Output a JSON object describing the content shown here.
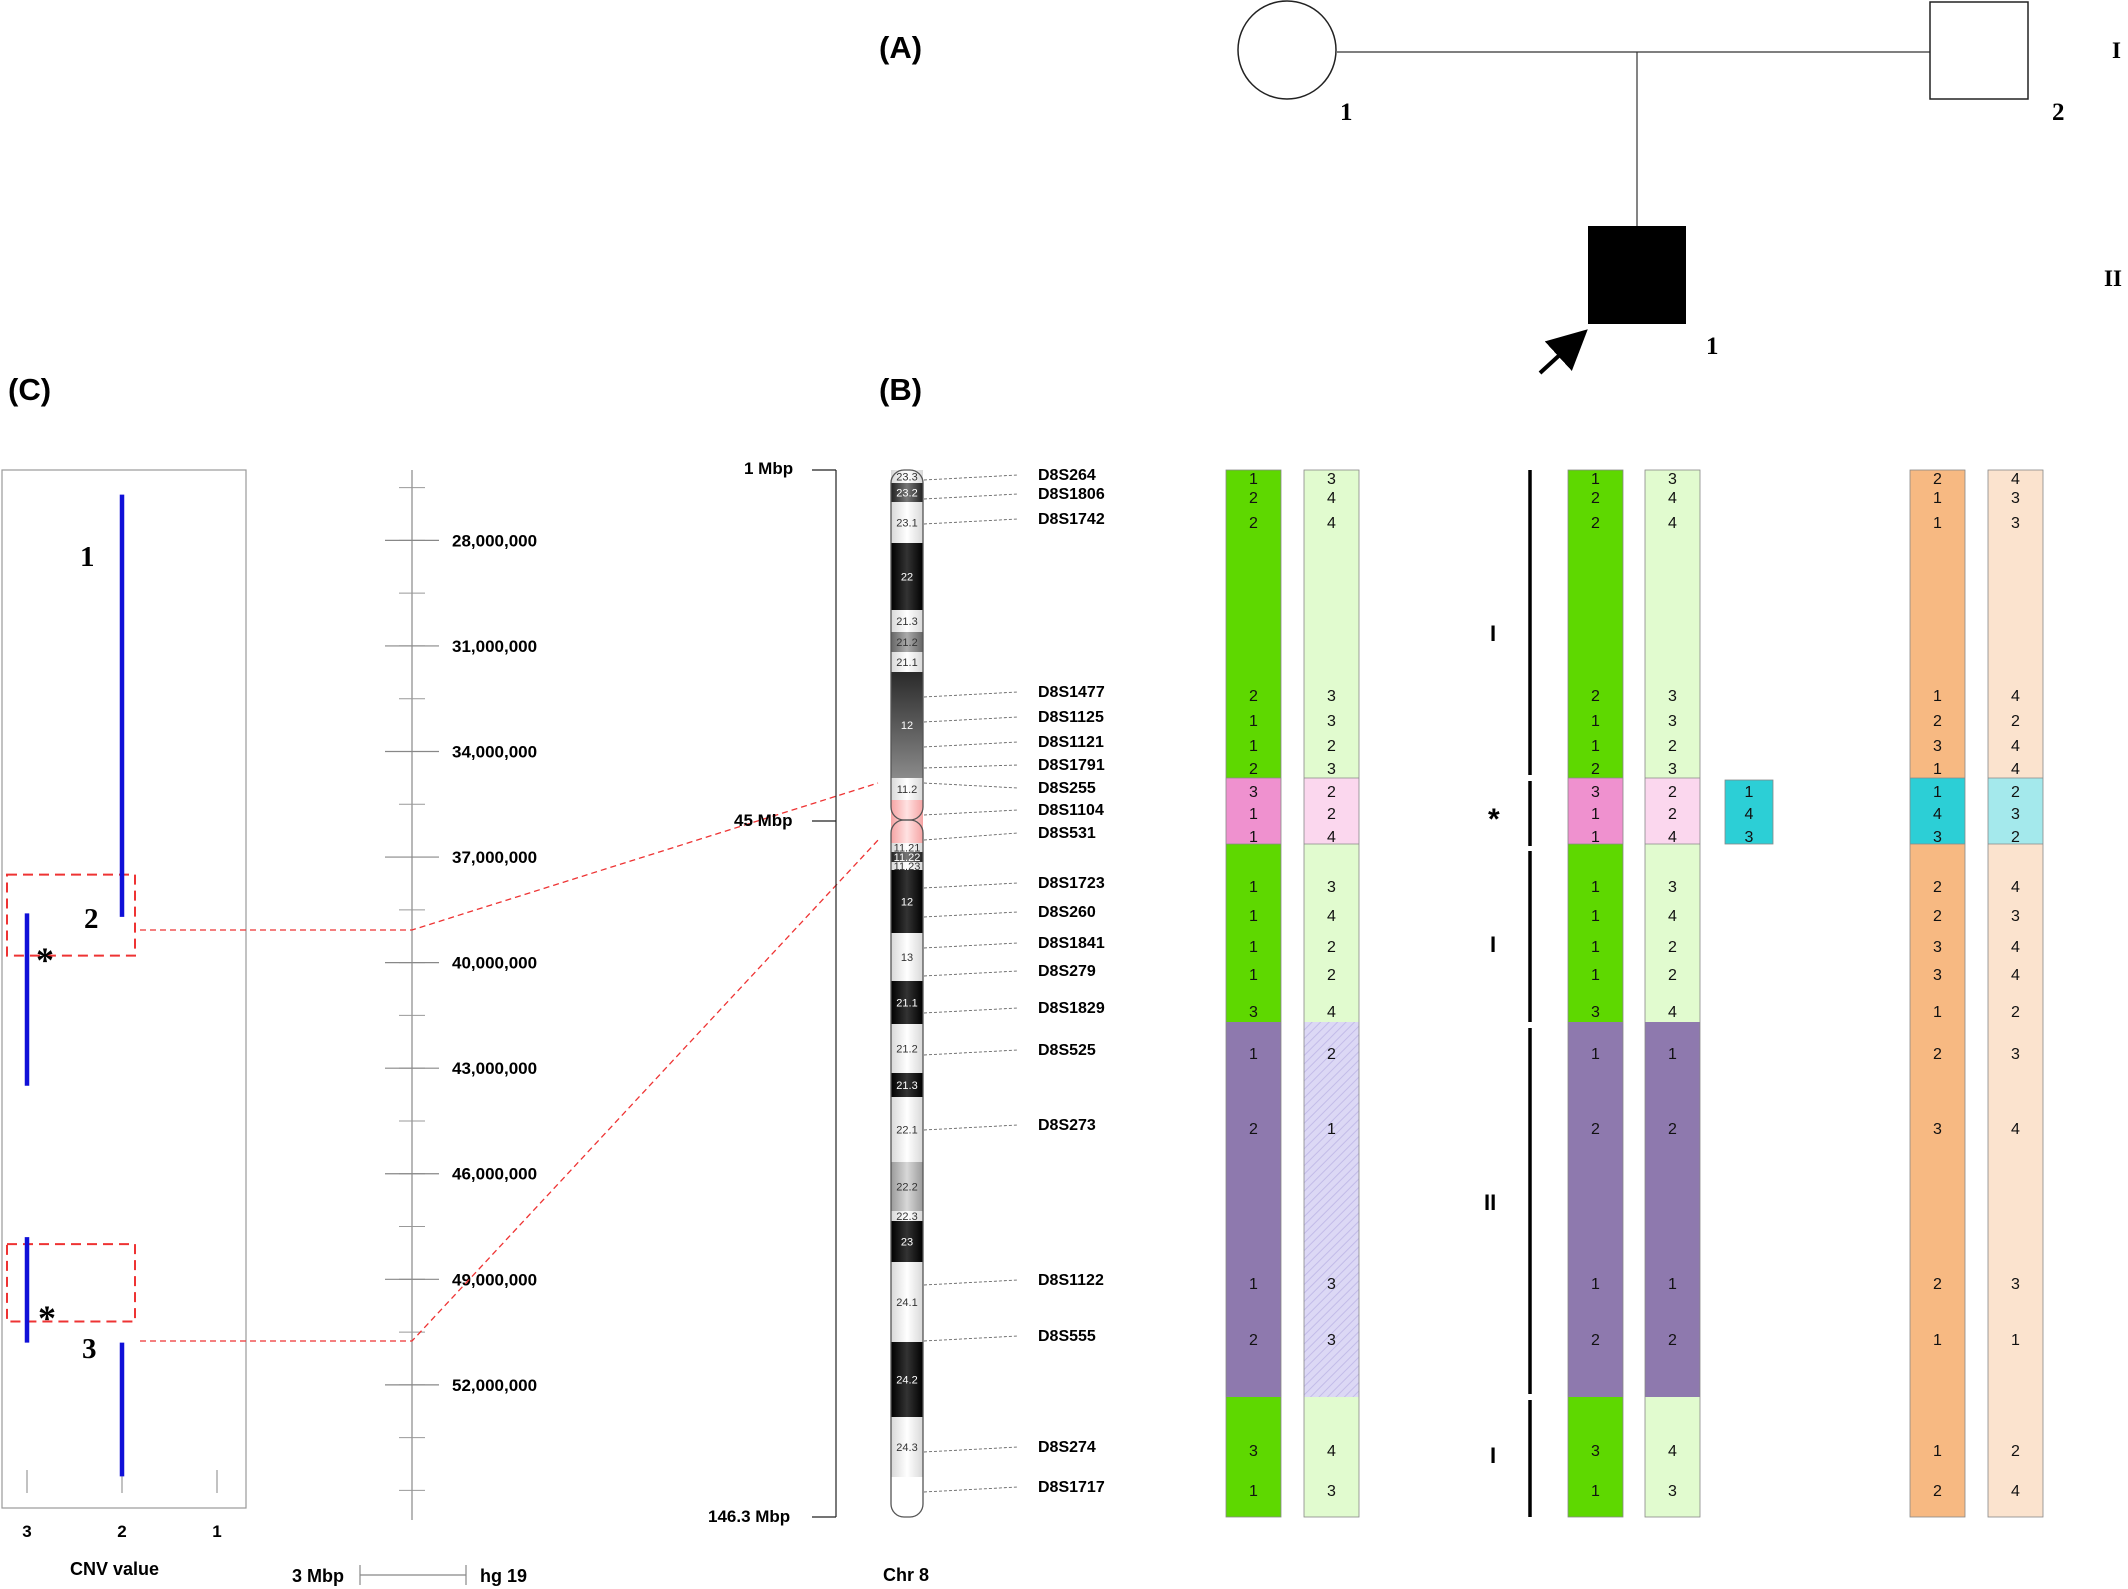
{
  "panels": {
    "A": "(A)",
    "B": "(B)",
    "C": "(C)"
  },
  "pedigree": {
    "generations": [
      "I",
      "II"
    ],
    "individuals": [
      {
        "id": "I-1",
        "shape": "circle",
        "affected": false,
        "label": "1"
      },
      {
        "id": "I-2",
        "shape": "square",
        "affected": false,
        "label": "2"
      },
      {
        "id": "II-1",
        "shape": "square",
        "affected": true,
        "proband": true,
        "label": "1"
      }
    ]
  },
  "cnv_panel": {
    "xlabel": "CNV value",
    "x_ticks": [
      "3",
      "2",
      "1"
    ],
    "segment_labels": [
      "1",
      "2",
      "3"
    ],
    "star": "*",
    "segments": [
      {
        "cnv": 2,
        "start": 26700000,
        "end": 38700000
      },
      {
        "cnv": 3,
        "start": 38600000,
        "end": 43500000
      },
      {
        "cnv": 3,
        "start": 47800000,
        "end": 50800000
      },
      {
        "cnv": 2,
        "start": 50800000,
        "end": 54600000
      }
    ],
    "highlights": [
      {
        "start": 37500000,
        "end": 39800000
      },
      {
        "start": 48000000,
        "end": 50200000
      }
    ],
    "ruler_labels": [
      "28,000,000",
      "31,000,000",
      "34,000,000",
      "37,000,000",
      "40,000,000",
      "43,000,000",
      "46,000,000",
      "49,000,000",
      "52,000,000"
    ],
    "ruler_values": [
      28000000,
      31000000,
      34000000,
      37000000,
      40000000,
      43000000,
      46000000,
      49000000,
      52000000
    ],
    "ruler_range": [
      26000000,
      55500000
    ],
    "ruler_minor_step": 1500000,
    "scale_left": "3 Mbp",
    "scale_right": "hg 19"
  },
  "chromosome": {
    "name": "Chr 8",
    "pos_top": "1 Mbp",
    "pos_mid": "45 Mbp",
    "pos_bottom": "146.3 Mbp",
    "bands": [
      {
        "name": "23.3",
        "stain": "gneg"
      },
      {
        "name": "23.2",
        "stain": "gpos75"
      },
      {
        "name": "23.1",
        "stain": "gneg"
      },
      {
        "name": "22",
        "stain": "gpos100"
      },
      {
        "name": "21.3",
        "stain": "gneg"
      },
      {
        "name": "21.2",
        "stain": "gpos50"
      },
      {
        "name": "21.1",
        "stain": "gneg"
      },
      {
        "name": "12",
        "stain": "gpos75g"
      },
      {
        "name": "11.2",
        "stain": "gneg"
      },
      {
        "name": "",
        "stain": "acen"
      },
      {
        "name": "",
        "stain": "acen"
      },
      {
        "name": "11.21",
        "stain": "gneg"
      },
      {
        "name": "11.22",
        "stain": "gpos75"
      },
      {
        "name": "11.23",
        "stain": "gneg"
      },
      {
        "name": "12",
        "stain": "gpos100"
      },
      {
        "name": "13",
        "stain": "gneg"
      },
      {
        "name": "21.1",
        "stain": "gpos100"
      },
      {
        "name": "21.2",
        "stain": "gneg"
      },
      {
        "name": "21.3",
        "stain": "gpos100"
      },
      {
        "name": "22.1",
        "stain": "gneg"
      },
      {
        "name": "22.2",
        "stain": "gpos25"
      },
      {
        "name": "22.3",
        "stain": "gneg"
      },
      {
        "name": "23",
        "stain": "gpos100"
      },
      {
        "name": "24.1",
        "stain": "gneg"
      },
      {
        "name": "24.2",
        "stain": "gpos100"
      },
      {
        "name": "24.3",
        "stain": "gneg"
      }
    ],
    "markers": [
      "D8S264",
      "D8S1806",
      "D8S1742",
      "D8S1477",
      "D8S1125",
      "D8S1121",
      "D8S1791",
      "D8S255",
      "D8S1104",
      "D8S531",
      "D8S1723",
      "D8S260",
      "D8S1841",
      "D8S279",
      "D8S1829",
      "D8S525",
      "D8S273",
      "D8S1122",
      "D8S555",
      "D8S274",
      "D8S1717"
    ]
  },
  "haplotypes": {
    "colors": {
      "green": "#5ed800",
      "light_green": "#e1fbcf",
      "pink": "#ef91cf",
      "light_pink": "#fbd7ee",
      "purple": "#8e79ae",
      "light_lavender": "#d9d5f3",
      "orange": "#f7b982",
      "light_peach": "#fbe3ce",
      "teal": "#2ccfd6",
      "light_teal": "#a4e9ec"
    },
    "region_labels": [
      "I",
      "*",
      "I",
      "II",
      "I"
    ],
    "col1": [
      "1",
      "2",
      "2",
      "2",
      "1",
      "1",
      "2",
      "3",
      "1",
      "1",
      "1",
      "1",
      "1",
      "1",
      "3",
      "1",
      "2",
      "1",
      "2",
      "3",
      "1"
    ],
    "col2": [
      "3",
      "4",
      "4",
      "3",
      "3",
      "2",
      "3",
      "2",
      "2",
      "4",
      "3",
      "4",
      "2",
      "2",
      "4",
      "2",
      "1",
      "3",
      "3",
      "4",
      "3"
    ],
    "col3": [
      "1",
      "2",
      "2",
      "2",
      "1",
      "1",
      "2",
      "3",
      "1",
      "1",
      "1",
      "1",
      "1",
      "1",
      "3",
      "1",
      "2",
      "1",
      "2",
      "3",
      "1"
    ],
    "col4": [
      "3",
      "4",
      "4",
      "3",
      "3",
      "2",
      "3",
      "2",
      "2",
      "4",
      "3",
      "4",
      "2",
      "2",
      "4",
      "1",
      "2",
      "1",
      "2",
      "4",
      "3"
    ],
    "teal_box": [
      "1",
      "4",
      "3"
    ],
    "col5": [
      "2",
      "1",
      "1",
      "1",
      "2",
      "3",
      "1",
      "1",
      "4",
      "3",
      "2",
      "2",
      "3",
      "3",
      "1",
      "2",
      "3",
      "2",
      "1",
      "1",
      "2"
    ],
    "col6": [
      "4",
      "3",
      "3",
      "4",
      "2",
      "4",
      "4",
      "2",
      "3",
      "2",
      "4",
      "3",
      "4",
      "4",
      "2",
      "3",
      "4",
      "3",
      "1",
      "2",
      "4"
    ]
  }
}
